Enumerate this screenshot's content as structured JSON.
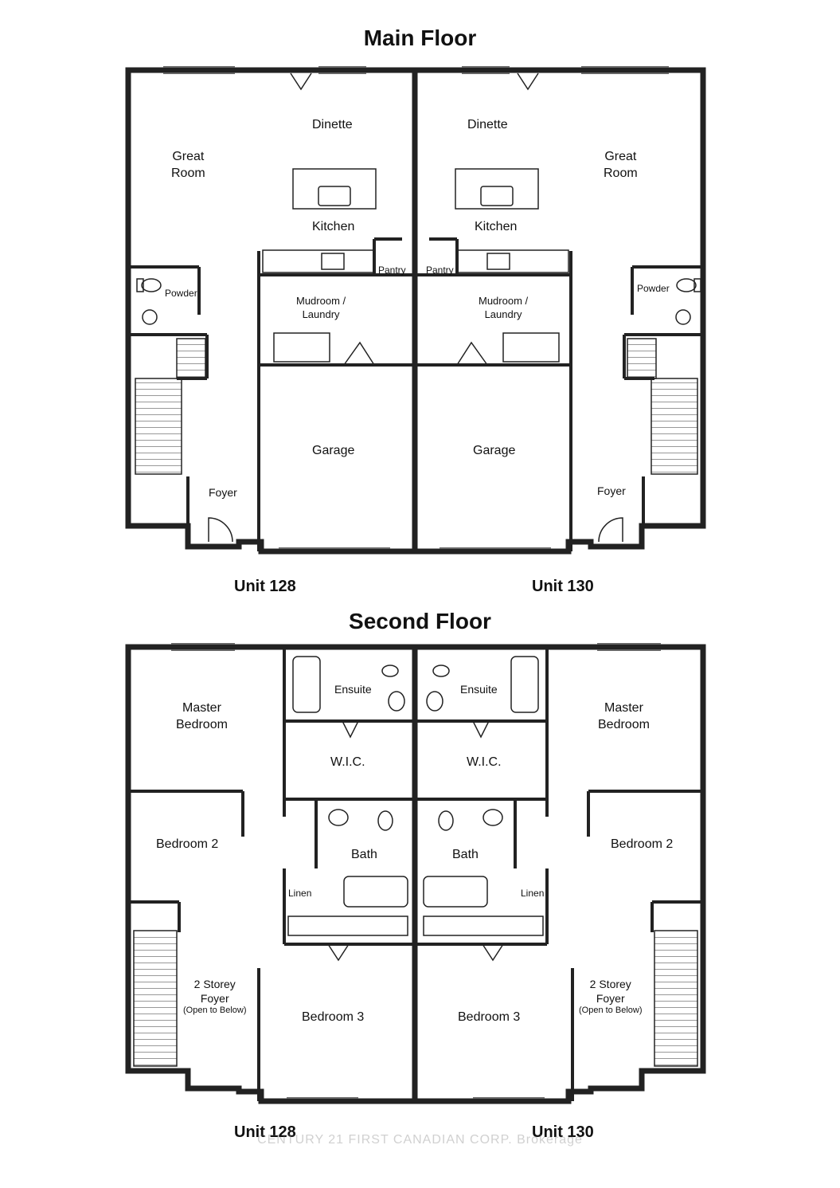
{
  "main_floor": {
    "title": "Main Floor",
    "unit_left": "Unit 128",
    "unit_right": "Unit 130",
    "rooms": {
      "dinette": "Dinette",
      "great_room_line1": "Great",
      "great_room_line2": "Room",
      "kitchen": "Kitchen",
      "pantry": "Pantry",
      "powder": "Powder",
      "mudroom_line1": "Mudroom /",
      "mudroom_line2": "Laundry",
      "garage": "Garage",
      "foyer": "Foyer"
    }
  },
  "second_floor": {
    "title": "Second Floor",
    "unit_left": "Unit 128",
    "unit_right": "Unit 130",
    "rooms": {
      "master_line1": "Master",
      "master_line2": "Bedroom",
      "ensuite": "Ensuite",
      "wic": "W.I.C.",
      "bedroom2": "Bedroom 2",
      "bath": "Bath",
      "linen": "Linen",
      "bedroom3": "Bedroom 3",
      "foyer_line1": "2 Storey",
      "foyer_line2": "Foyer",
      "foyer_line3": "(Open to Below)"
    }
  },
  "watermark": "CENTURY 21 FIRST CANADIAN CORP. Brokerage"
}
